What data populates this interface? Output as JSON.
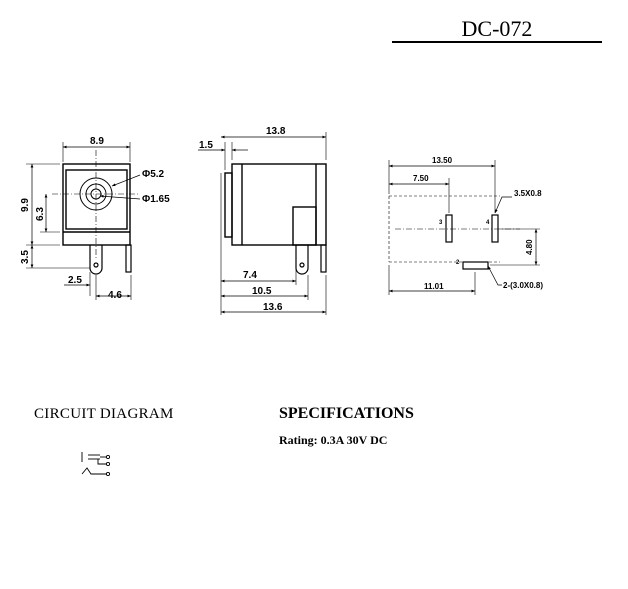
{
  "header": {
    "model": "DC-072"
  },
  "front_view": {
    "width_8_9": "8.9",
    "height_9_9": "9.9",
    "center_6_3": "6.3",
    "pin_3_5": "3.5",
    "pin_2_5": "2.5",
    "pin_4_6": "4.6",
    "hole_outer": "Φ5.2",
    "hole_inner": "Φ1.65"
  },
  "side_view": {
    "length_13_8": "13.8",
    "offset_1_5": "1.5",
    "pin_7_4": "7.4",
    "pin_10_5": "10.5",
    "base_13_6": "13.6"
  },
  "pcb_layout": {
    "length_13_50": "13.50",
    "offset_7_50": "7.50",
    "height_4_80": "4.80",
    "offset_11_01": "11.01",
    "pad_3_5x0_8": "3.5X0.8",
    "pad_2_3_0x0_8": "2-(3.0X0.8)",
    "pin_3": "3",
    "pin_4": "4",
    "pin_2": "2"
  },
  "circuit": {
    "heading": "CIRCUIT DIAGRAM"
  },
  "specs": {
    "heading": "SPECIFICATIONS",
    "rating": "Rating: 0.3A 30V DC"
  }
}
